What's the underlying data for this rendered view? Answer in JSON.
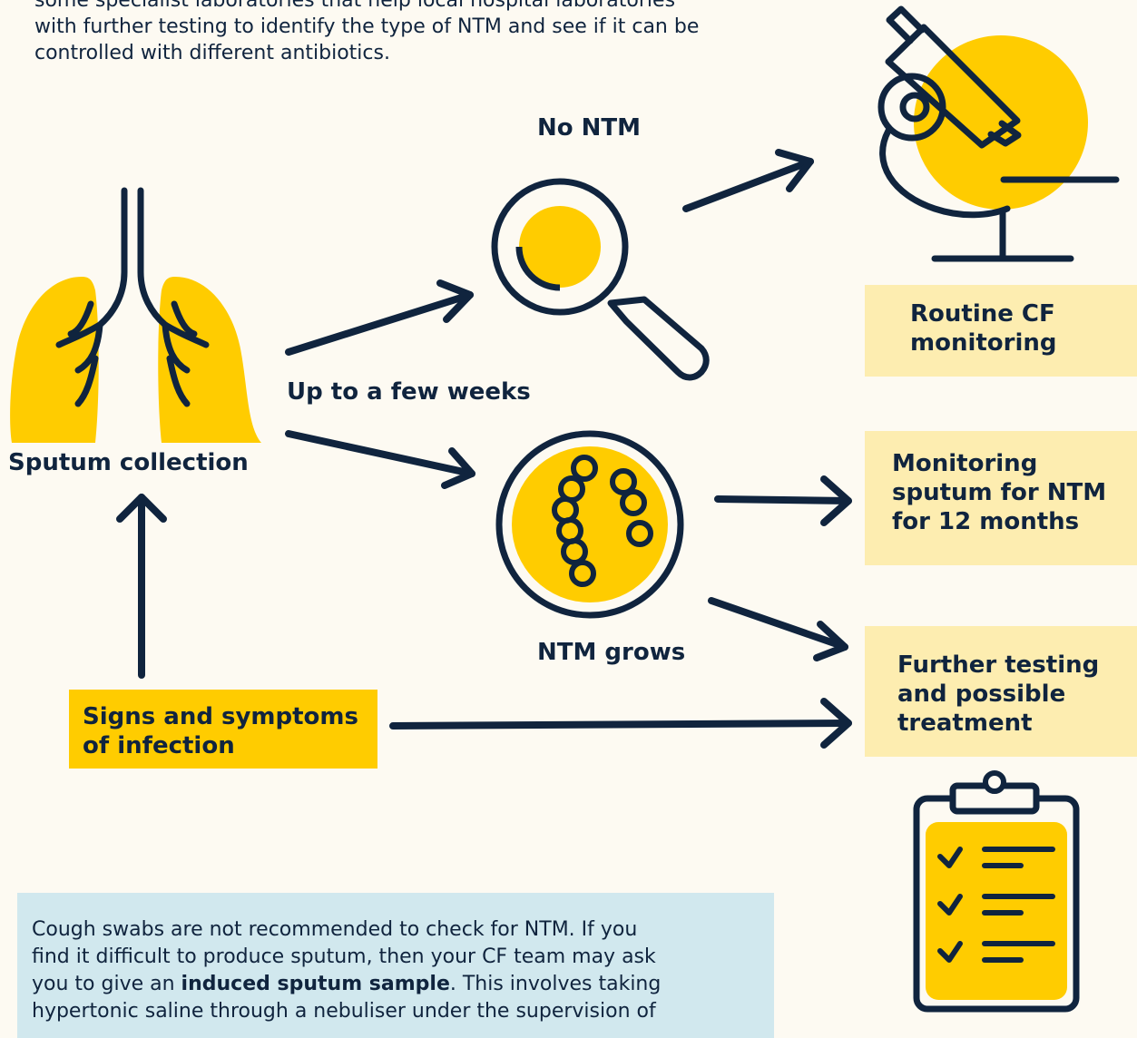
{
  "intro": {
    "lines": [
      "some specialist laboratories that help local hospital laboratories",
      "with further testing to identify the type of NTM and see if it can be",
      "controlled with different antibiotics."
    ]
  },
  "labels": {
    "sputum_collection": "Sputum collection",
    "up_to_weeks": "Up to a few weeks",
    "no_ntm": "No NTM",
    "ntm_grows": "NTM grows"
  },
  "outcomes": {
    "routine": [
      "Routine CF",
      "monitoring"
    ],
    "monitoring": [
      "Monitoring",
      "sputum for NTM",
      "for 12 months"
    ],
    "further": [
      "Further testing",
      "and possible",
      "treatment"
    ]
  },
  "signs": [
    "Signs and symptoms",
    "of infection"
  ],
  "note": {
    "line1": "Cough swabs are not recommended to check for NTM. If you",
    "line2": "find it difficult to produce sputum, then your CF team may ask",
    "line3_before": "you to give an ",
    "line3_bold": "induced sputum sample",
    "line3_after": ". This involves taking",
    "line4": "hypertonic saline through a nebuliser under the supervision of"
  },
  "colors": {
    "navy": "#10243e",
    "yellow": "#ffcc00",
    "light_yellow": "#fdedb0",
    "note_blue": "#d1e8ee",
    "background": "#fdfaf2"
  }
}
